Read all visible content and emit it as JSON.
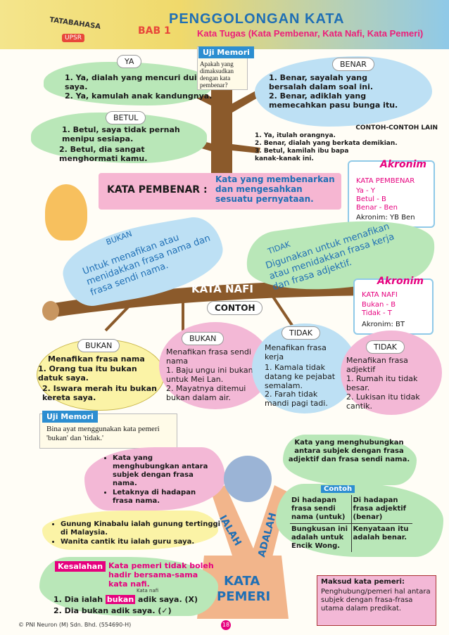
{
  "header": {
    "series_line1": "TATABAHASA",
    "series_line2": "UPSR",
    "chapter": "BAB 1",
    "title": "PENGGOLONGAN KATA",
    "subtitle": "Kata Tugas (Kata Pembenar, Kata Nafi, Kata Pemeri)"
  },
  "pembenar": {
    "ya_title": "YA",
    "ya_items": [
      "1. Ya, dialah yang mencuri duit saya.",
      "2. Ya, kamulah anak kandungnya."
    ],
    "uji_title": "Uji Memori",
    "uji_q": "Apakah yang dimaksudkan dengan kata pembenar?",
    "benar_title": "BENAR",
    "benar_items": [
      "1. Benar, sayalah yang bersalah dalam soal ini.",
      "2. Benar, adiklah yang memecahkan pasu bunga itu."
    ],
    "betul_title": "BETUL",
    "betul_items": [
      "1. Betul, saya tidak pernah menipu sesiapa.",
      "2. Betul, dia sangat menghormati kamu."
    ],
    "contoh_title": "CONTOH-CONTOH LAIN",
    "contoh_items": [
      "1. Ya, itulah orangnya.",
      "2. Benar, dialah yang berkata demikian.",
      "3. Betul, kamilah ibu bapa kanak-kanak ini."
    ],
    "def_label": "KATA PEMBENAR :",
    "def_text": "Kata yang membenarkan dan mengesahkan sesuatu pernyataan.",
    "akronim_title": "Akronim",
    "akr_head": "KATA PEMBENAR",
    "akr_rows": [
      "Ya - Y",
      "Betul - B",
      "Benar - Ben"
    ],
    "akr_result": "Akronim: YB Ben"
  },
  "nafi": {
    "bukan_leaf_title": "BUKAN",
    "bukan_leaf_text": "Untuk menafikan atau menidakkan frasa nama dan frasa sendi nama.",
    "tidak_leaf_title": "TIDAK",
    "tidak_leaf_text": "Digunakan untuk menafikan atau menidakkan frasa kerja dan frasa adjektif.",
    "branch_label": "KATA NAFI",
    "contoh_label": "CONTOH",
    "akronim_title": "Akronim",
    "akr_head": "KATA NAFI",
    "akr_rows": [
      "Bukan - B",
      "Tidak - T"
    ],
    "akr_result": "Akronim: BT",
    "leaves": [
      {
        "title": "BUKAN",
        "head": "Menafikan frasa nama",
        "items": [
          "1. Orang tua itu bukan datuk saya.",
          "2. Iswara merah itu bukan kereta saya."
        ]
      },
      {
        "title": "BUKAN",
        "head": "Menafikan frasa sendi nama",
        "items": [
          "1. Baju ungu ini bukan untuk Mei Lan.",
          "2. Mayatnya ditemui bukan dalam air."
        ]
      },
      {
        "title": "TIDAK",
        "head": "Menafikan frasa kerja",
        "items": [
          "1. Kamala tidak datang ke pejabat semalam.",
          "2. Farah tidak mandi pagi tadi."
        ]
      },
      {
        "title": "TIDAK",
        "head": "Menafikan frasa adjektif",
        "items": [
          "1. Rumah itu tidak besar.",
          "2. Lukisan itu tidak cantik."
        ]
      }
    ]
  },
  "pemeri": {
    "uji_title": "Uji Memori",
    "uji_q": "Bina ayat menggunakan kata pemeri 'bukan' dan 'tidak.'",
    "ialah_points": [
      "Kata yang menghubungkan antara subjek dengan frasa nama.",
      "Letaknya di hadapan frasa nama."
    ],
    "ialah_examples": [
      "Gunung Kinabalu ialah gunung tertinggi di Malaysia.",
      "Wanita cantik itu ialah guru saya."
    ],
    "adalah_desc": "Kata yang menghubungkan antara subjek dengan frasa adjektif dan frasa sendi nama.",
    "contoh_label": "Contoh",
    "table": [
      [
        "Di hadapan frasa sendi nama (untuk)",
        "Di hadapan frasa adjektif (benar)"
      ],
      [
        "Bungkusan ini adalah untuk Encik Wong.",
        "Kenyataan itu adalah benar."
      ]
    ],
    "trunk_ialah": "IALAH",
    "trunk_adalah": "ADALAH",
    "trunk_kata": "KATA",
    "trunk_pemeri": "PEMERI",
    "kesalahan_label": "Kesalahan",
    "kesalahan_text": "Kata pemeri tidak boleh hadir bersama-sama kata nafi.",
    "kata_nafi_note": "Kata nafi",
    "wrong1_pre": "1. Dia ialah",
    "wrong1_mark": "bukan",
    "wrong1_post": "adik saya. (X)",
    "wrong2": "2. Dia bukan adik saya. (✓)",
    "maksud_title": "Maksud kata pemeri:",
    "maksud_text": "Penghubung/pemeri hal antara subjek dengan frasa-frasa utama dalam predikat."
  },
  "footer": {
    "copyright": "© PNI Neuron (M) Sdn. Bhd. (554690-H)",
    "page_no": "18"
  },
  "colors": {
    "accent_blue": "#2c8ed1",
    "magenta": "#e6007e",
    "red": "#d9232d",
    "leaf_green": "#b9e7b8",
    "leaf_blue": "#bde0f4",
    "leaf_pink": "#f3b8d6",
    "trunk": "#8b5a2b"
  }
}
